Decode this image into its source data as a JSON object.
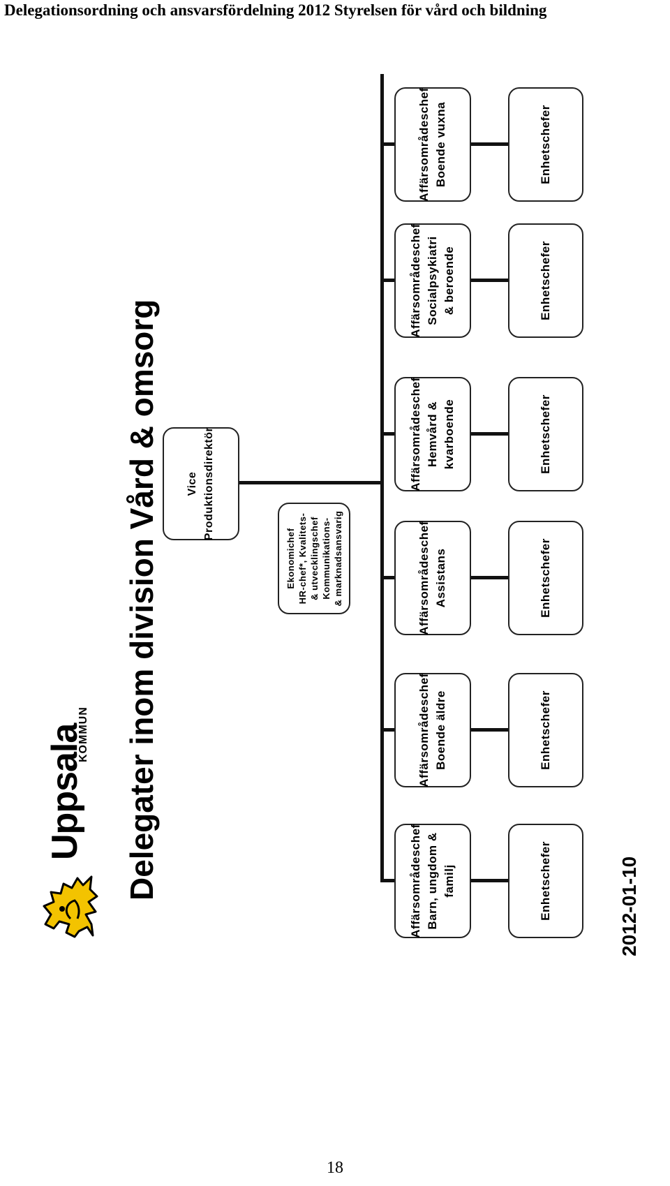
{
  "document": {
    "header": "Delegationsordning och ansvarsfördelning 2012 Styrelsen för vård och bildning",
    "page_number": "18"
  },
  "slide": {
    "title": "Delegater inom division Vård & omsorg",
    "date": "2012-01-10",
    "logo": {
      "name": "Uppsala",
      "sub": "KOMMUN",
      "colors": {
        "lion": "#f3c300",
        "outline": "#000000"
      }
    },
    "vice_box": {
      "lines": [
        "Vice",
        "Produktionsdirektör"
      ]
    },
    "staff_box": {
      "lines": [
        "Ekonomichef",
        "HR-chef*, Kvalitets-",
        "& utvecklingschef",
        "Kommunikations-",
        "& marknadsansvarig"
      ]
    },
    "units": [
      {
        "chef_lines": [
          "Affärsområdeschef",
          "Barn, ungdom &",
          "familj"
        ],
        "sub": "Enhetschefer"
      },
      {
        "chef_lines": [
          "Affärsområdeschef",
          "Boende äldre"
        ],
        "sub": "Enhetschefer"
      },
      {
        "chef_lines": [
          "Affärsområdeschef",
          "Assistans"
        ],
        "sub": "Enhetschefer"
      },
      {
        "chef_lines": [
          "Affärsområdeschef",
          "Hemvård &",
          "kvarboende"
        ],
        "sub": "Enhetschefer"
      },
      {
        "chef_lines": [
          "Affärsområdeschef",
          "Socialpsykiatri",
          "& beroende"
        ],
        "sub": "Enhetschefer"
      },
      {
        "chef_lines": [
          "Affärsområdeschef",
          "Boende vuxna"
        ],
        "sub": "Enhetschefer"
      }
    ]
  }
}
